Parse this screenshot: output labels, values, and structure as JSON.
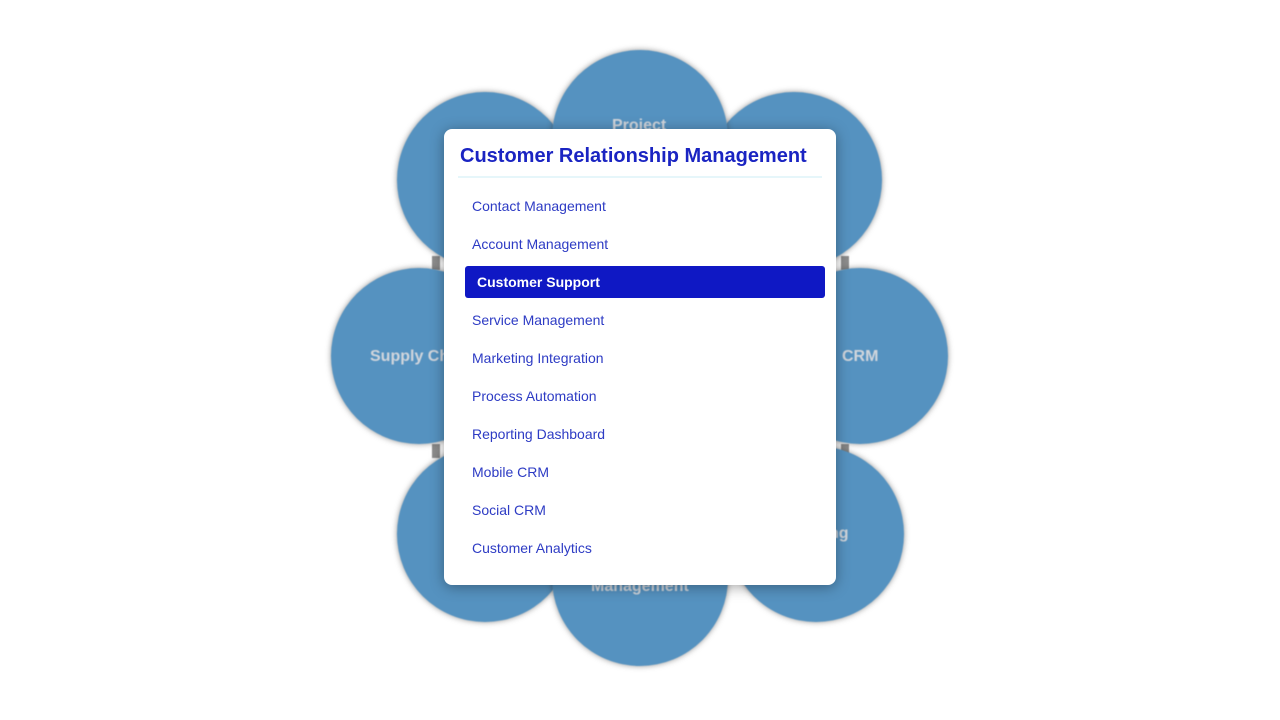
{
  "diagram": {
    "petal_color": "#5592c0",
    "labels": {
      "top": "Project",
      "left": "Supply Ch",
      "right": "CRM",
      "bottom_right": "ng",
      "bottom": "Management"
    }
  },
  "card": {
    "title": "Customer Relationship Management",
    "title_color": "#1a24c2",
    "selected_color": "#0f18c4",
    "selected_index": 2,
    "items": [
      {
        "label": "Contact Management"
      },
      {
        "label": "Account Management"
      },
      {
        "label": "Customer Support"
      },
      {
        "label": "Service Management"
      },
      {
        "label": "Marketing Integration"
      },
      {
        "label": "Process Automation"
      },
      {
        "label": "Reporting Dashboard"
      },
      {
        "label": "Mobile CRM"
      },
      {
        "label": "Social CRM"
      },
      {
        "label": "Customer Analytics"
      }
    ]
  }
}
